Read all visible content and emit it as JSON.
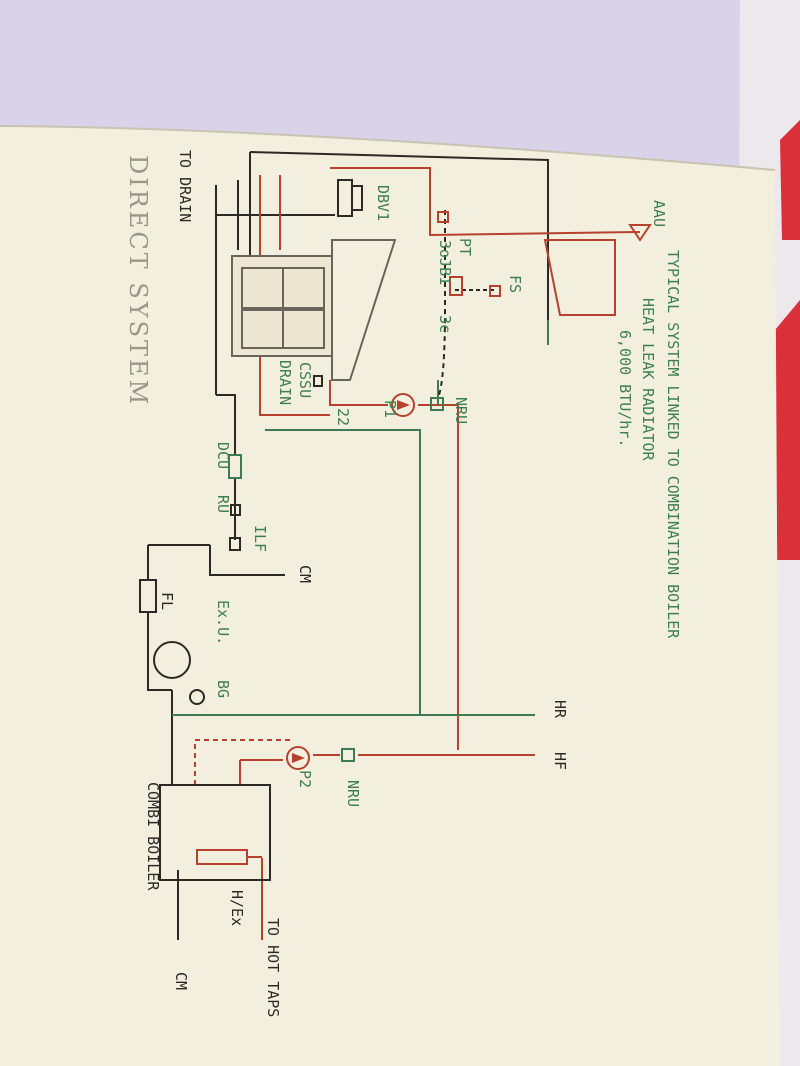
{
  "title": "TYPICAL SYSTEM LINKED TO COMBINATION BOILER",
  "caption": "DIRECT SYSTEM",
  "radiator": {
    "line1": "HEAT LEAK RADIATOR",
    "line2": "6,000 BTU/hr."
  },
  "labels": {
    "aau": "AAU",
    "to_drain": "TO DRAIN",
    "dbv1": "DBV1",
    "pt": "PT",
    "jb1": "3oJB1",
    "fs": "FS",
    "three_c": "3c",
    "cssu": "CSSU",
    "drain": "DRAIN",
    "twentytwo": "22",
    "p1": "P1",
    "nru_top": "NRU",
    "dcu": "DCU",
    "ru": "RU",
    "ilf": "ILF",
    "cm_top": "CM",
    "fl": "FL",
    "exu": "Ex.U.",
    "bg": "BG",
    "hr": "HR",
    "hf": "HF",
    "p2": "P2",
    "nru_bottom": "NRU",
    "combi": "COMBI BOILER",
    "hex": "H/Ex",
    "to_hot_taps": "TO HOT TAPS",
    "cm_bottom": "CM"
  },
  "colors": {
    "red_pipe": "#b5412e",
    "green_pipe": "#3e7a52",
    "dark_pipe": "#2d2a26",
    "red_text": "#b5412e",
    "green_text": "#3d7f4f",
    "paper": "#f3efdf",
    "page_edge": "#d9d4ea",
    "red_cloth": "#d9303a"
  }
}
